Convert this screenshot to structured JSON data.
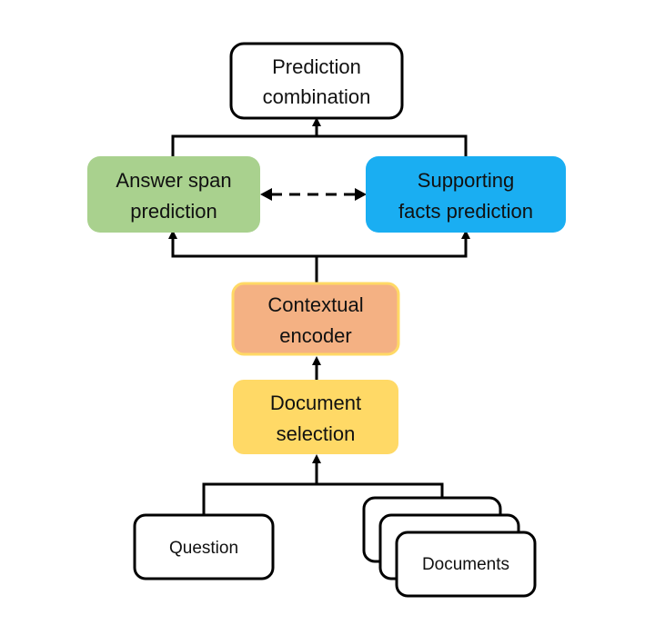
{
  "nodes": {
    "prediction_combination": {
      "lines": [
        "Prediction",
        "combination"
      ],
      "fill": "#ffffff"
    },
    "answer_span": {
      "lines": [
        "Answer span",
        "prediction"
      ],
      "fill": "#a9d18e"
    },
    "supporting_facts": {
      "lines": [
        "Supporting",
        "facts prediction"
      ],
      "fill": "#1aaef2"
    },
    "contextual_encoder": {
      "lines": [
        "Contextual",
        "encoder"
      ],
      "fill": "#f4b183",
      "border": "#ffd966"
    },
    "document_selection": {
      "lines": [
        "Document",
        "selection"
      ],
      "fill": "#ffd966"
    },
    "question": {
      "lines": [
        "Question"
      ],
      "fill": "#ffffff"
    },
    "documents": {
      "lines": [
        "Documents"
      ],
      "fill": "#ffffff"
    }
  },
  "colors": {
    "stroke": "#000000"
  },
  "icons": {
    "arrow_head": "arrow-icon",
    "dashed_link": "bidirectional-dashed-arrow"
  }
}
